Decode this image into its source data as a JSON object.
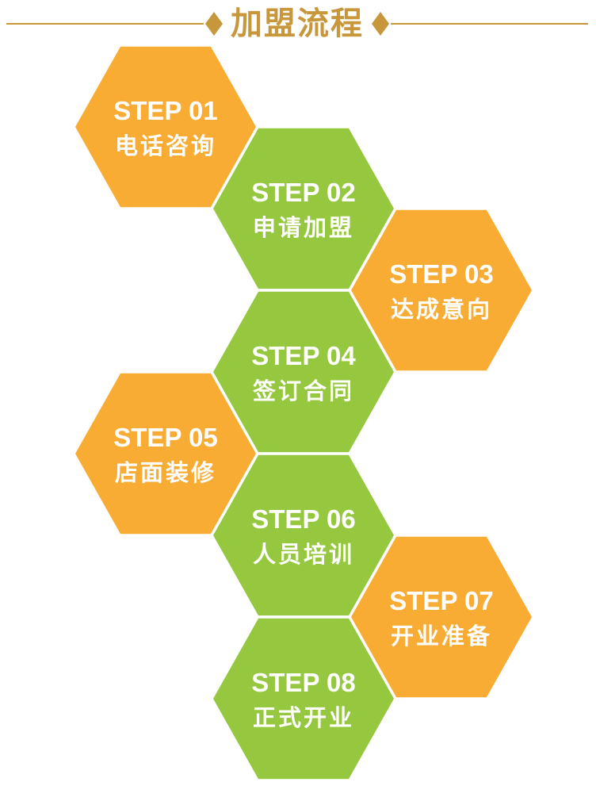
{
  "title": "加盟流程",
  "theme": {
    "gold": "#C8973C",
    "orange": "#F9AC33",
    "green": "#95C83E",
    "label": "#FFFFFF",
    "bg": "#FFFFFF"
  },
  "steps": [
    {
      "step": "STEP 01",
      "label": "电话咨询",
      "color": "orange"
    },
    {
      "step": "STEP 02",
      "label": "申请加盟",
      "color": "green"
    },
    {
      "step": "STEP 03",
      "label": "达成意向",
      "color": "orange"
    },
    {
      "step": "STEP 04",
      "label": "签订合同",
      "color": "green"
    },
    {
      "step": "STEP 05",
      "label": "店面装修",
      "color": "orange"
    },
    {
      "step": "STEP 06",
      "label": "人员培训",
      "color": "green"
    },
    {
      "step": "STEP 07",
      "label": "开业准备",
      "color": "orange"
    },
    {
      "step": "STEP 08",
      "label": "正式开业",
      "color": "green"
    }
  ]
}
